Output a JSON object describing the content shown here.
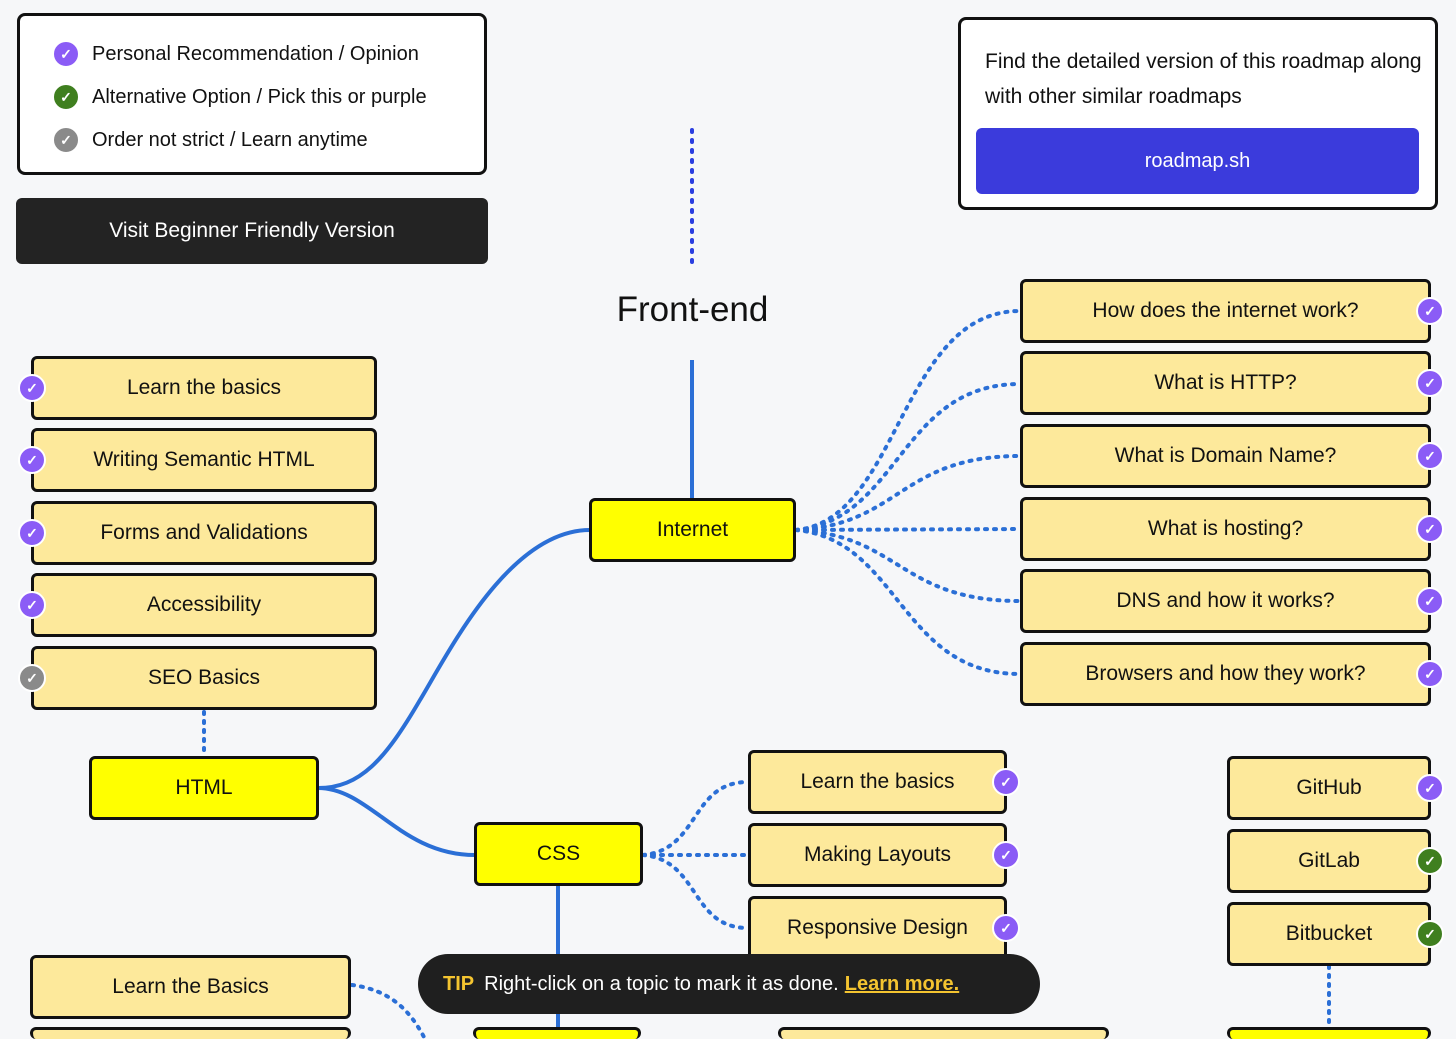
{
  "legend": {
    "items": [
      {
        "label": "Personal Recommendation / Opinion",
        "status": "purple"
      },
      {
        "label": "Alternative Option / Pick this or purple",
        "status": "green"
      },
      {
        "label": "Order not strict / Learn anytime",
        "status": "gray"
      }
    ]
  },
  "beginner_button": "Visit Beginner Friendly Version",
  "promo": {
    "text": "Find the detailed version of this roadmap along with other similar roadmaps",
    "button": "roadmap.sh"
  },
  "title": "Front-end",
  "nodes": {
    "internet": "Internet",
    "html": "HTML",
    "css": "CSS"
  },
  "internet_topics": [
    {
      "label": "How does the internet work?",
      "status": "purple"
    },
    {
      "label": "What is HTTP?",
      "status": "purple"
    },
    {
      "label": "What is Domain Name?",
      "status": "purple"
    },
    {
      "label": "What is hosting?",
      "status": "purple"
    },
    {
      "label": "DNS and how it works?",
      "status": "purple"
    },
    {
      "label": "Browsers and how they work?",
      "status": "purple"
    }
  ],
  "html_topics": [
    {
      "label": "Learn the basics",
      "status": "purple"
    },
    {
      "label": "Writing Semantic HTML",
      "status": "purple"
    },
    {
      "label": "Forms and Validations",
      "status": "purple"
    },
    {
      "label": "Accessibility",
      "status": "purple"
    },
    {
      "label": "SEO Basics",
      "status": "gray"
    }
  ],
  "css_topics": [
    {
      "label": "Learn the basics",
      "status": "purple"
    },
    {
      "label": "Making Layouts",
      "status": "purple"
    },
    {
      "label": "Responsive Design",
      "status": "purple"
    }
  ],
  "vcs_topics": [
    {
      "label": "GitHub",
      "status": "purple"
    },
    {
      "label": "GitLab",
      "status": "green"
    },
    {
      "label": "Bitbucket",
      "status": "green"
    }
  ],
  "bottom_topics": [
    {
      "label": "Learn the Basics"
    }
  ],
  "tip": {
    "label": "TIP",
    "text": "Right-click on a topic to mark it as done.",
    "link": "Learn more."
  },
  "colors": {
    "topic_bg": "#fde99b",
    "main_node_bg": "#ffff00",
    "recommended": "#8b5cf6",
    "alternative": "#3f7f1f",
    "optional": "#8a8a8a",
    "link_blue": "#2b6fd6",
    "promo_button": "#3b3bdc"
  }
}
